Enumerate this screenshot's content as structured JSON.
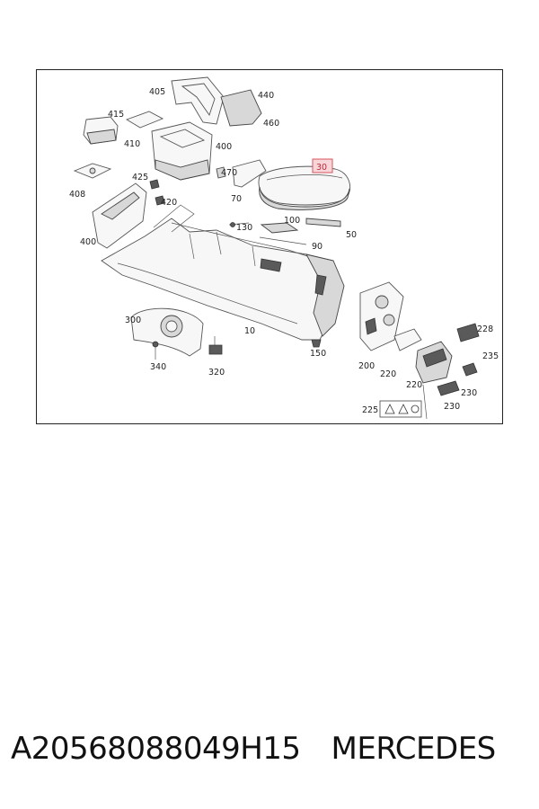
{
  "diagram": {
    "callouts": {
      "c405": "405",
      "c440": "440",
      "c415": "415",
      "c460": "460",
      "c410": "410",
      "c400a": "400",
      "c30": "30",
      "c425": "425",
      "c470": "470",
      "c408": "408",
      "c70": "70",
      "c420": "420",
      "c100": "100",
      "c400b": "400",
      "c130": "130",
      "c50": "50",
      "c90": "90",
      "c228": "228",
      "c300": "300",
      "c10": "10",
      "c150": "150",
      "c235": "235",
      "c200": "200",
      "c220a": "220",
      "c340": "340",
      "c320": "320",
      "c220b": "220",
      "c230a": "230",
      "c230b": "230",
      "c225": "225"
    },
    "highlight_color": "#d9545f"
  },
  "caption": {
    "part_number": "A20568088049H15",
    "brand": "MERCEDES"
  }
}
